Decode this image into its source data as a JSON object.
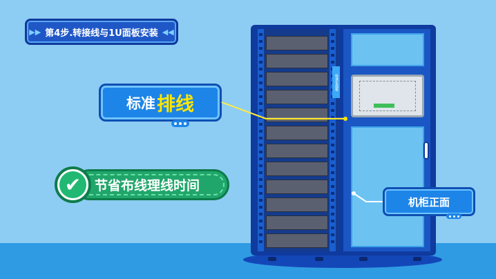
{
  "step_label": "第4步.转接线与1U面板安装",
  "standard_card": {
    "prefix": "标准",
    "highlight": "排线"
  },
  "save_label": "节省布线理线时间",
  "front_label": "机柜正面",
  "rack_tag": "标准化面板",
  "colors": {
    "sky": "#8ecdf3",
    "floor": "#2f9be3",
    "accent_blue": "#1d85e8",
    "highlight_yellow": "#ffe600",
    "check_green": "#20a66a"
  },
  "icons": {
    "step_arrows": "triangle-arrow-icon",
    "check": "checkmark-icon"
  }
}
